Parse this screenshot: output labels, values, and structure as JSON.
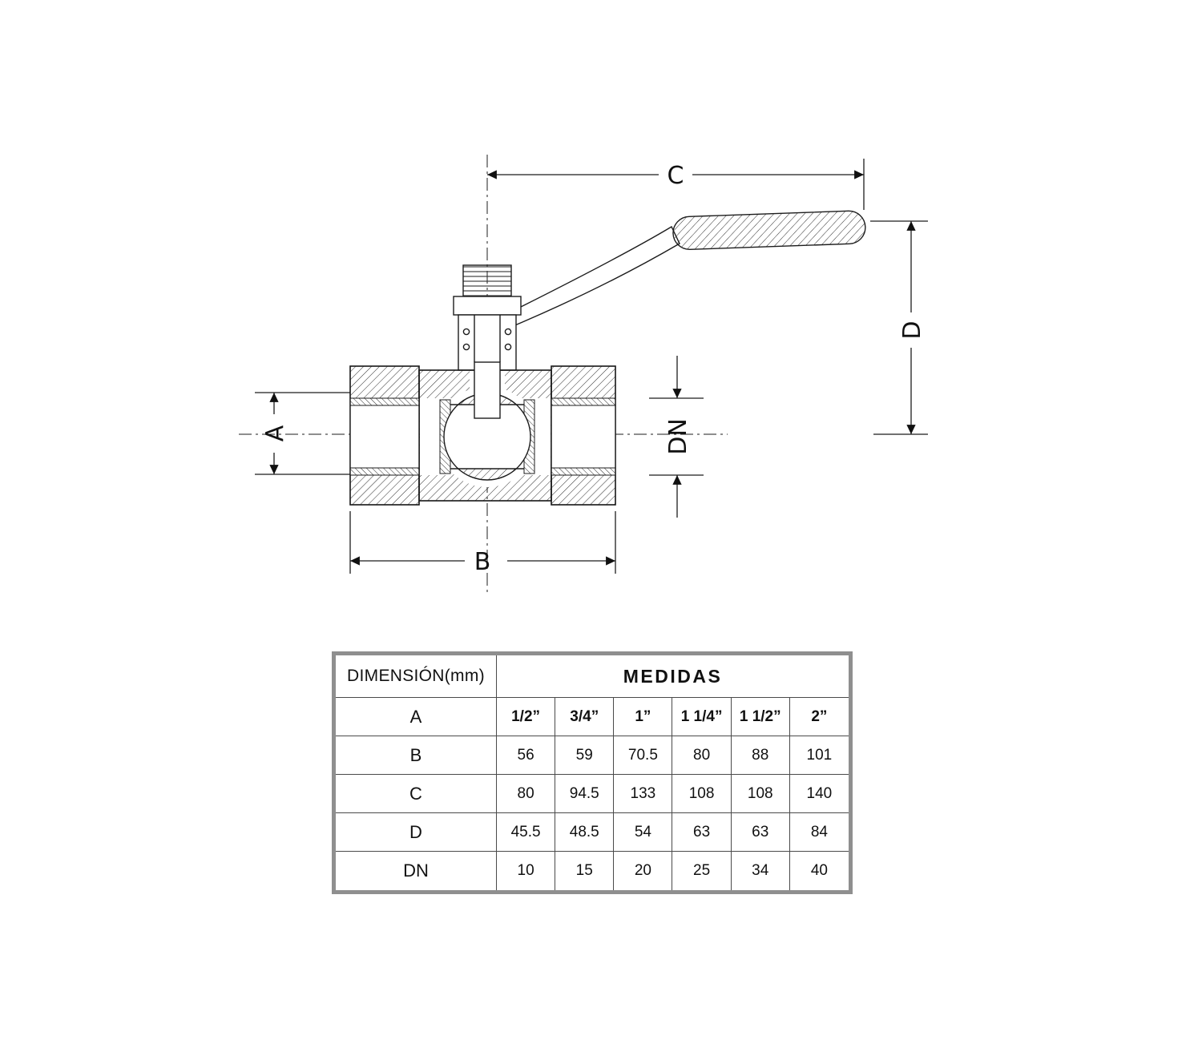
{
  "canvas": {
    "background": "#ffffff",
    "line_color": "#1c1c1c",
    "table_outer_border": "#8f8f8f"
  },
  "diagram": {
    "labels": {
      "a": "A",
      "b": "B",
      "c": "C",
      "d": "D",
      "dn": "DN"
    }
  },
  "table": {
    "dimension_header": "DIMENSIÓN(mm)",
    "medidas_header": "MEDIDAS",
    "rows": [
      {
        "label": "A",
        "values": [
          "1/2”",
          "3/4”",
          "1”",
          "1 1/4”",
          "1 1/2”",
          "2”"
        ]
      },
      {
        "label": "B",
        "values": [
          "56",
          "59",
          "70.5",
          "80",
          "88",
          "101"
        ]
      },
      {
        "label": "C",
        "values": [
          "80",
          "94.5",
          "133",
          "108",
          "108",
          "140"
        ]
      },
      {
        "label": "D",
        "values": [
          "45.5",
          "48.5",
          "54",
          "63",
          "63",
          "84"
        ]
      },
      {
        "label": "DN",
        "values": [
          "10",
          "15",
          "20",
          "25",
          "34",
          "40"
        ]
      }
    ]
  }
}
